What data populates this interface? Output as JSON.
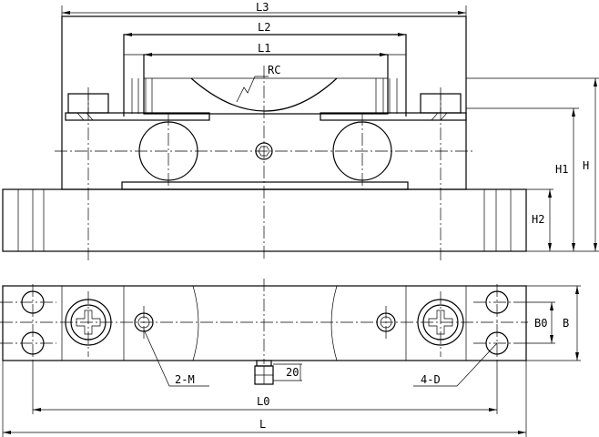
{
  "front_view": {
    "dimensions": {
      "L3": "L3",
      "L2": "L2",
      "L1": "L1",
      "RC": "RC",
      "H": "H",
      "H1": "H1",
      "H2": "H2"
    }
  },
  "top_view": {
    "dimensions": {
      "B0": "B0",
      "B": "B",
      "two_M": "2-M",
      "four_D": "4-D",
      "twenty": "20",
      "L0": "L0",
      "L": "L"
    }
  }
}
